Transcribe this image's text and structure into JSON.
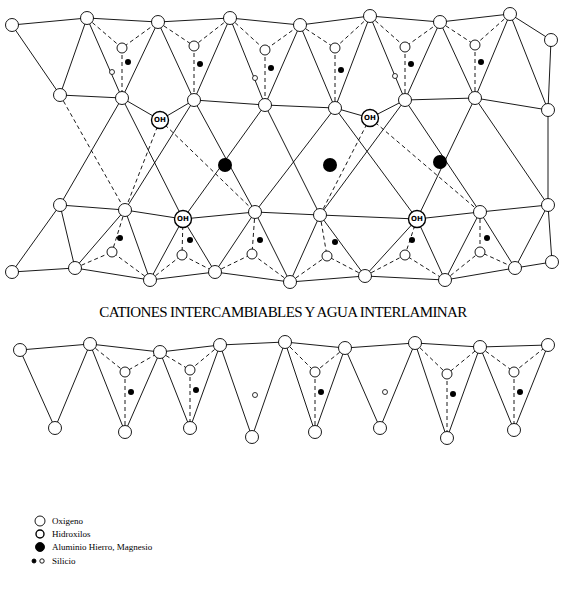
{
  "diagram": {
    "labels": [
      "OH",
      "OH",
      "OH",
      "OH",
      "CATIONES INTERCAMBIABLES Y AGUA INTERLAMINAR"
    ],
    "legend": [
      {
        "text": "Oxigeno"
      },
      {
        "text": "Hidroxilos"
      },
      {
        "text": "Aluminio Hierro, Magnesio"
      },
      {
        "text": "Silicio"
      }
    ]
  }
}
